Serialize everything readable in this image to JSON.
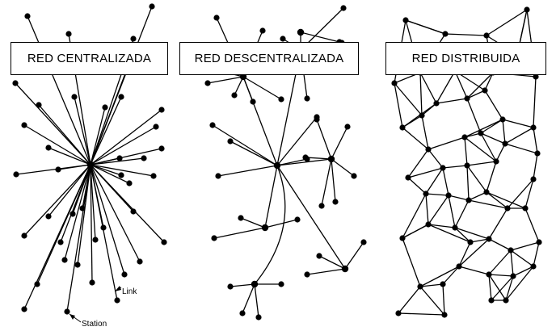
{
  "labels": {
    "centralized": "RED CENTRALIZADA",
    "decentralized": "RED DESCENTRALIZADA",
    "distributed": "RED DISTRIBUIDA"
  },
  "annotations": {
    "link": "Link",
    "station": "Station"
  },
  "colors": {
    "ink": "#000000",
    "background": "#ffffff"
  }
}
